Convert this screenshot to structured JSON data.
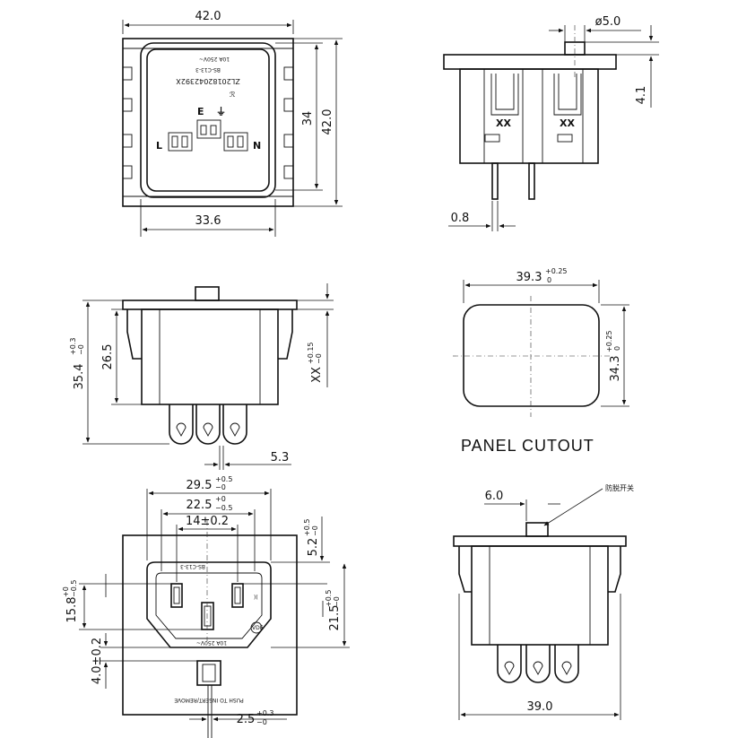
{
  "top_view": {
    "width_label": "42.0",
    "height_outer_label": "42.0",
    "height_inner_label": "34",
    "bottom_width_label": "33.6",
    "part_number": "ZL20182042392X",
    "model": "BS-C13-3",
    "rating": "10A 250V~",
    "pin_e": "E",
    "pin_l": "L",
    "pin_n": "N"
  },
  "side_view": {
    "pin_diameter_label": "ø5.0",
    "pin_height_label": "4.1",
    "pin_thickness_label": "0.8",
    "mark_left": "XX",
    "mark_right": "XX"
  },
  "front_view": {
    "total_height_label": "35.4",
    "total_height_tol_upper": "+0.3",
    "total_height_tol_lower": "−0",
    "body_height_label": "26.5",
    "panel_label": "XX",
    "panel_tol_upper": "+0.15",
    "panel_tol_lower": "−0",
    "pin_gap_label": "5.3"
  },
  "cutout": {
    "width_label": "39.3",
    "width_tol_upper": "+0.25",
    "width_tol_lower": "0",
    "height_label": "34.3",
    "height_tol_upper": "+0.25",
    "height_tol_lower": "0",
    "caption": "PANEL CUTOUT"
  },
  "socket_view": {
    "outer_width_label": "29.5",
    "outer_tol_upper": "+0.5",
    "outer_tol_lower": "−0",
    "inner_width_label": "22.5",
    "inner_tol_upper": "+0",
    "inner_tol_lower": "−0.5",
    "pin_pitch_label": "14±0.2",
    "top_offset_label": "5.2",
    "top_offset_tol_upper": "+0.5",
    "top_offset_tol_lower": "−0",
    "height_left_label": "15.8",
    "height_left_tol_upper": "+0",
    "height_left_tol_lower": "−0.5",
    "height_right_label": "21.5",
    "height_right_tol_upper": "+0.5",
    "height_right_tol_lower": "−0",
    "bottom_offset_label": "4.0±0.2",
    "latch_width_label": "2.5",
    "latch_tol_upper": "+0.3",
    "latch_tol_lower": "−0",
    "model": "BS-C13-3",
    "rating": "10A 250V~",
    "push_text": "PUSH TO INSERT/REMOVE"
  },
  "back_view": {
    "latch_offset_label": "6.0",
    "latch_callout": "防脱开关",
    "width_label": "39.0"
  }
}
